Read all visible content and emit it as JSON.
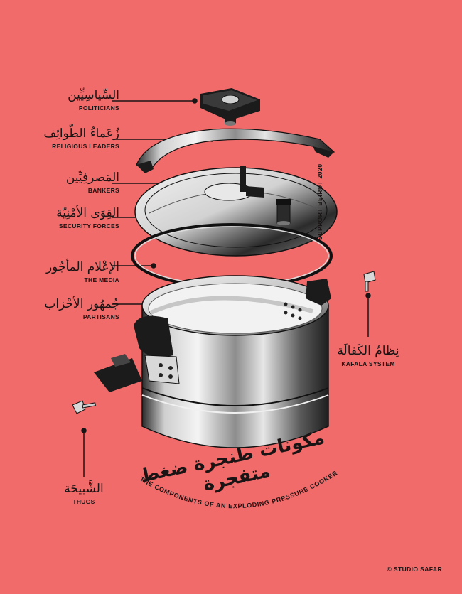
{
  "labels": {
    "politicians": {
      "ar": "السِّياسِيِّين",
      "en": "POLITICIANS"
    },
    "religious_leaders": {
      "ar": "زُعَماءُ الطّوائِف",
      "en": "RELIGIOUS LEADERS"
    },
    "bankers": {
      "ar": "المَصرفِيِّين",
      "en": "BANKERS"
    },
    "security_forces": {
      "ar": "القِوَى الأمْنِيّة",
      "en": "SECURITY FORCES"
    },
    "the_media": {
      "ar": "الإعْلام المأجُور",
      "en": "THE MEDIA"
    },
    "partisans": {
      "ar": "جُمهُور الأحْزاب",
      "en": "PARTISANS"
    },
    "kafala_system": {
      "ar": "نِظامُ الكَفالَة",
      "en": "KAFALA SYSTEM"
    },
    "thugs": {
      "ar": "الشَّبيحَة",
      "en": "THUGS"
    }
  },
  "title": {
    "ar": "مكونات طنجرة ضغط متفجرة",
    "en": "THE COMPONENTS OF AN EXPLODING PRESSURE COOKER"
  },
  "side_text": "SUPPORT BEIRUT 2020",
  "copyright": "© STUDIO SAFAR",
  "colors": {
    "background": "#f26b6b",
    "ink": "#1a1414",
    "metal_light": "#e9e9e9",
    "metal_mid": "#9a9a9a"
  }
}
